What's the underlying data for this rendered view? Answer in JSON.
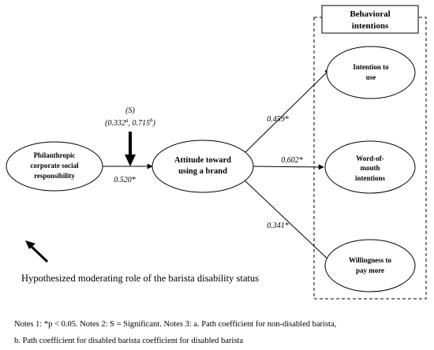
{
  "nodes": {
    "philanthropic": [
      "Philanthropic",
      "corporate social",
      "responsibility"
    ],
    "attitude": [
      "Attitude toward",
      "using a brand"
    ],
    "intention": [
      "Intention to",
      "use"
    ],
    "wom": [
      "Word-of-",
      "mouth",
      "intentions"
    ],
    "wtp": [
      "Willingness to",
      "pay more"
    ]
  },
  "group_title": [
    "Behavioral",
    "intentions"
  ],
  "paths": {
    "pcsr_to_attitude": "0.520*",
    "to_intention": "0.459*",
    "to_wom": "0.602*",
    "to_wtp": "0.341*"
  },
  "moderator": {
    "significance": "(S)",
    "coef_a_value": "(0.332",
    "coef_a_sup": "a",
    "coef_b_value": ", 0.715",
    "coef_b_sup": "b",
    "coef_close": ")"
  },
  "legend_caption": "Hypothesized moderating role of the barista disability status",
  "notes": {
    "line1": "Notes 1: *p < 0.05. Notes 2: S = Significant. Notes 3: a. Path coefficient for non-disabled barista,",
    "line2": "b. Path coefficient for disabled barista coefficient for disabled barista"
  },
  "colors": {
    "stroke": "#000000",
    "background": "#ffffff"
  }
}
